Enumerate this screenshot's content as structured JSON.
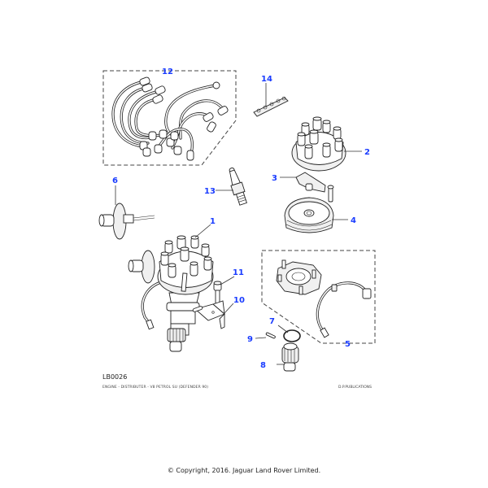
{
  "diagram": {
    "reference": "LB0026",
    "caption": "ENGINE - DISTRIBUTER - V8 PETROL SU (DEFENDER 90)",
    "publisher": "D.P.PUBLICATIONS",
    "copyright": "© Copyright, 2016. Jaguar Land Rover Limited.",
    "callout_color": "#1a3cff",
    "callouts": [
      {
        "number": "1",
        "part": "distributor-assembly"
      },
      {
        "number": "2",
        "part": "distributor-cap"
      },
      {
        "number": "3",
        "part": "rotor-arm"
      },
      {
        "number": "4",
        "part": "flash-shield"
      },
      {
        "number": "5",
        "part": "pickup-module-kit"
      },
      {
        "number": "6",
        "part": "vacuum-advance-unit"
      },
      {
        "number": "7",
        "part": "o-ring"
      },
      {
        "number": "8",
        "part": "drive-gear"
      },
      {
        "number": "9",
        "part": "roll-pin"
      },
      {
        "number": "10",
        "part": "clamp-bracket"
      },
      {
        "number": "11",
        "part": "bolt"
      },
      {
        "number": "12",
        "part": "ht-lead-set"
      },
      {
        "number": "13",
        "part": "spark-plug"
      },
      {
        "number": "14",
        "part": "lead-separator"
      }
    ]
  }
}
